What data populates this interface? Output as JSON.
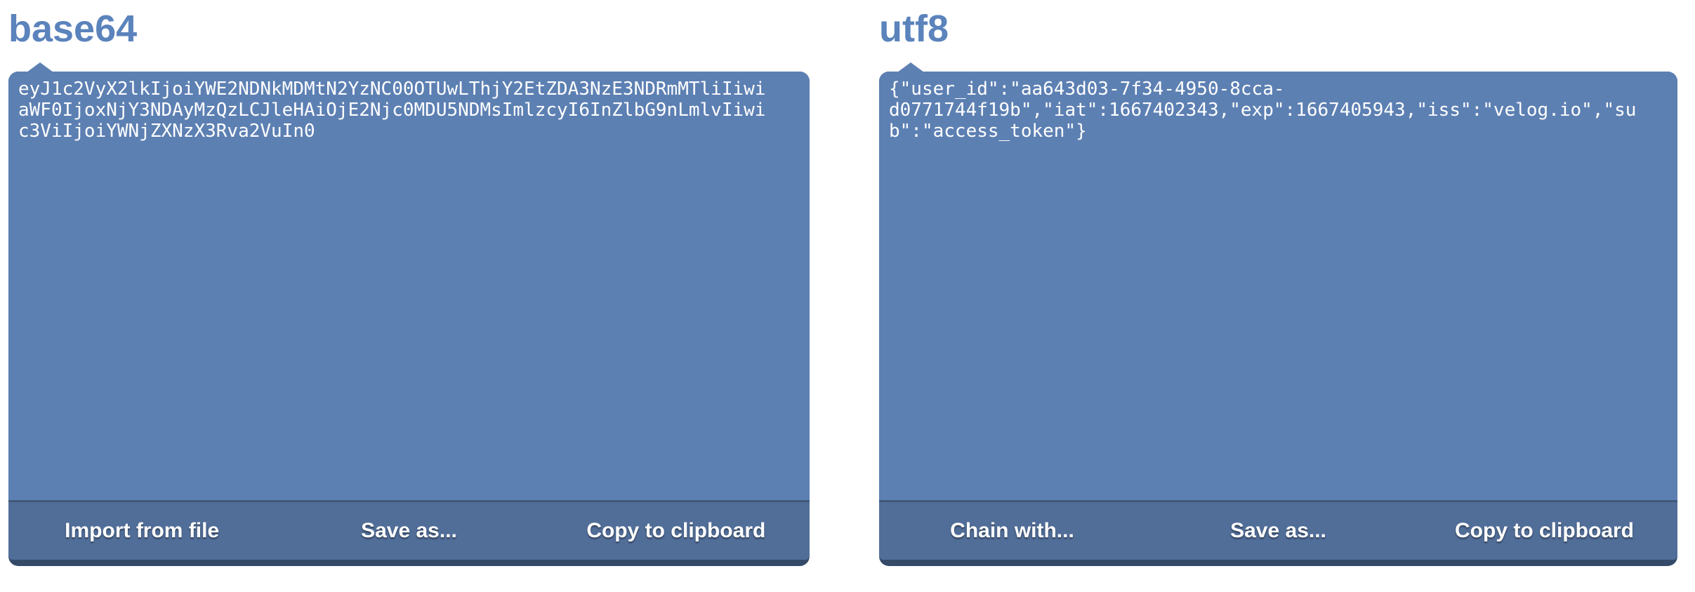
{
  "colors": {
    "title_blue": "#5b83bc",
    "textarea_blue": "#5d80b3",
    "footer_blue": "#516e99",
    "shadow_navy": "#344a68",
    "text_white": "#ffffff",
    "page_background": "#ffffff"
  },
  "panels": [
    {
      "title": "base64",
      "value": "eyJ1c2VyX2lkIjoiYWE2NDNkMDMtN2YzNC00OTUwLThjY2EtZDA3NzE3NDRmMTliIiwiaWF0IjoxNjY3NDAyMzQzLCJleHAiOjE2Njc0MDU5NDMsImlzcyI6InZlbG9nLmlvIiwic3ViIjoiYWNjZXNzX3Rva2VuIn0",
      "buttons": [
        "Import from file",
        "Save as...",
        "Copy to clipboard"
      ]
    },
    {
      "title": "utf8",
      "value": "{\"user_id\":\"aa643d03-7f34-4950-8cca-d0771744f19b\",\"iat\":1667402343,\"exp\":1667405943,\"iss\":\"velog.io\",\"sub\":\"access_token\"}",
      "buttons": [
        "Chain with...",
        "Save as...",
        "Copy to clipboard"
      ]
    }
  ]
}
